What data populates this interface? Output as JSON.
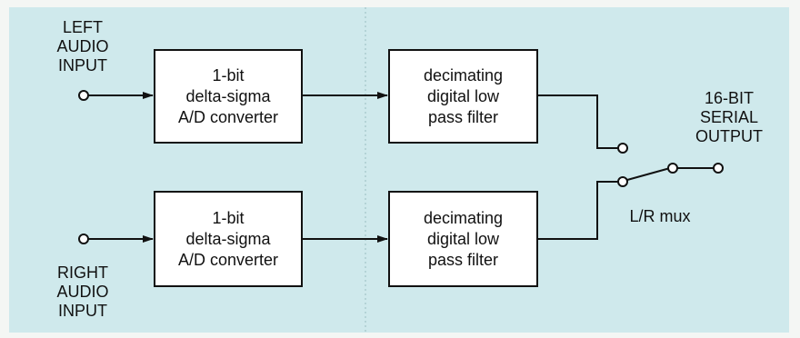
{
  "inputs": {
    "left_label": "LEFT\nAUDIO\nINPUT",
    "right_label": "RIGHT\nAUDIO\nINPUT"
  },
  "blocks": {
    "adc_top": "1-bit\ndelta-sigma\nA/D converter",
    "filter_top": "decimating\ndigital low\npass filter",
    "adc_bottom": "1-bit\ndelta-sigma\nA/D converter",
    "filter_bottom": "decimating\ndigital low\npass filter"
  },
  "output": {
    "label": "16-BIT\nSERIAL\nOUTPUT"
  },
  "mux": {
    "label": "L/R mux"
  },
  "colors": {
    "background": "#cfe9ec",
    "box_fill": "#ffffff",
    "line": "#111111"
  }
}
